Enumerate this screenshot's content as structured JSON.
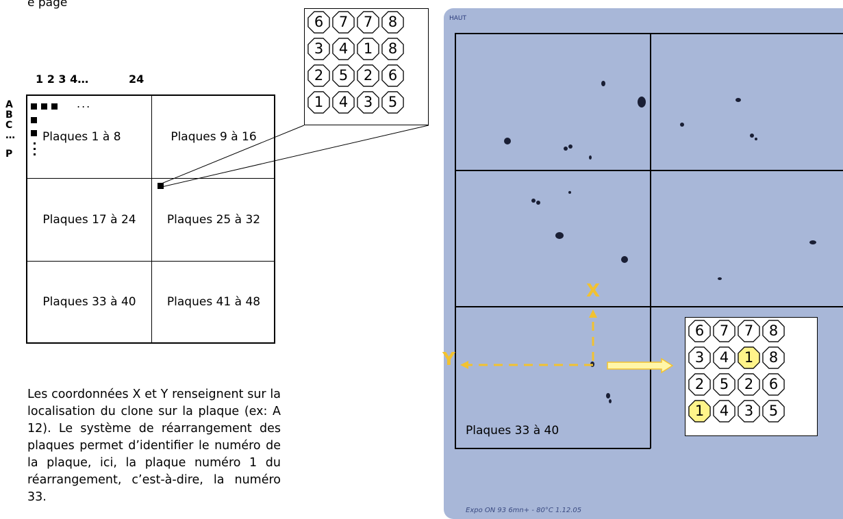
{
  "header_fragment": "e page",
  "schematic": {
    "col_header_start": "1 2 3 4…",
    "col_header_end": "24",
    "row_headers": [
      "A",
      "B",
      "C",
      "…",
      "P"
    ],
    "row_dots": "...",
    "cells": [
      "Plaques 1 à 8",
      "Plaques 9 à 16",
      "Plaques 17 à 24",
      "Plaques 25 à 32",
      "Plaques 33 à 40",
      "Plaques 41 à 48"
    ]
  },
  "rearrangement": [
    [
      "6",
      "7",
      "7",
      "8"
    ],
    [
      "3",
      "4",
      "1",
      "8"
    ],
    [
      "2",
      "5",
      "2",
      "6"
    ],
    [
      "1",
      "4",
      "3",
      "5"
    ]
  ],
  "highlight_color": "#fff48a",
  "arrow_color": "#f2c230",
  "explanation": "Les coordonnées X et Y renseignent sur la localisation du clone sur la plaque (ex: A 12). Le système de réarrangement des plaques permet d’identifier le numéro de la plaque, ici, la plaque numéro 1 du réarrangement, c’est-à-dire, la numéro 33.",
  "film": {
    "logo": "HAUT",
    "quadrant_label": "Plaques 33 à 40",
    "bottom_note": "Expo ON 93 6mn+ - 80°C   1.12.05",
    "x_label": "X",
    "y_label": "Y"
  }
}
